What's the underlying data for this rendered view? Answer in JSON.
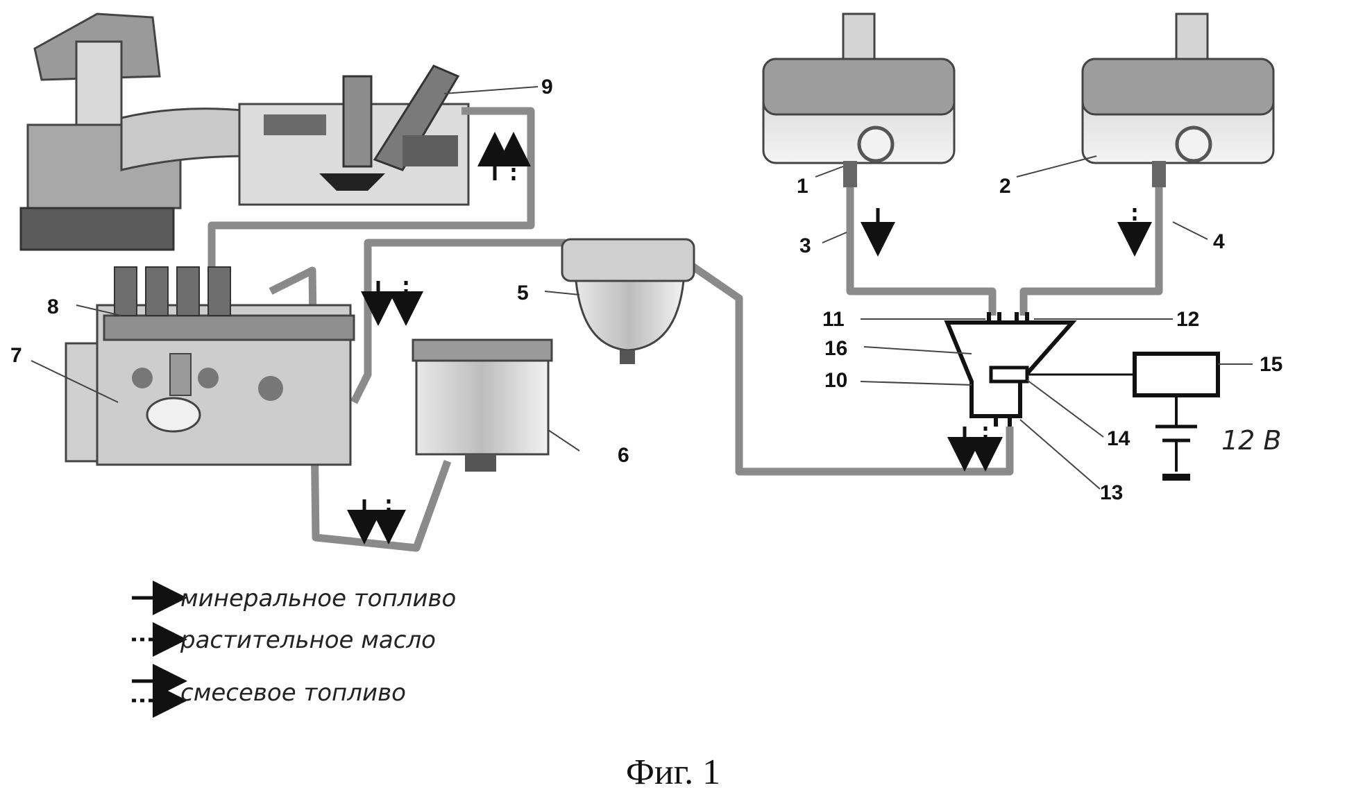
{
  "diagram": {
    "labels": {
      "l1": "1",
      "l2": "2",
      "l3": "3",
      "l4": "4",
      "l5": "5",
      "l6": "6",
      "l7": "7",
      "l8": "8",
      "l9": "9",
      "l10": "10",
      "l11": "11",
      "l12": "12",
      "l13": "13",
      "l14": "14",
      "l15": "15",
      "l16": "16"
    },
    "voltage": "12 В",
    "legend": [
      {
        "text": "минеральное топливо",
        "style": "solid"
      },
      {
        "text": "растительное масло",
        "style": "dotted"
      },
      {
        "text": "смесевое топливо",
        "style": "both"
      }
    ],
    "caption": "Фиг. 1"
  },
  "colors": {
    "pipe": "#8a8a8a",
    "line": "#111111",
    "part": "#cfcfcf"
  }
}
